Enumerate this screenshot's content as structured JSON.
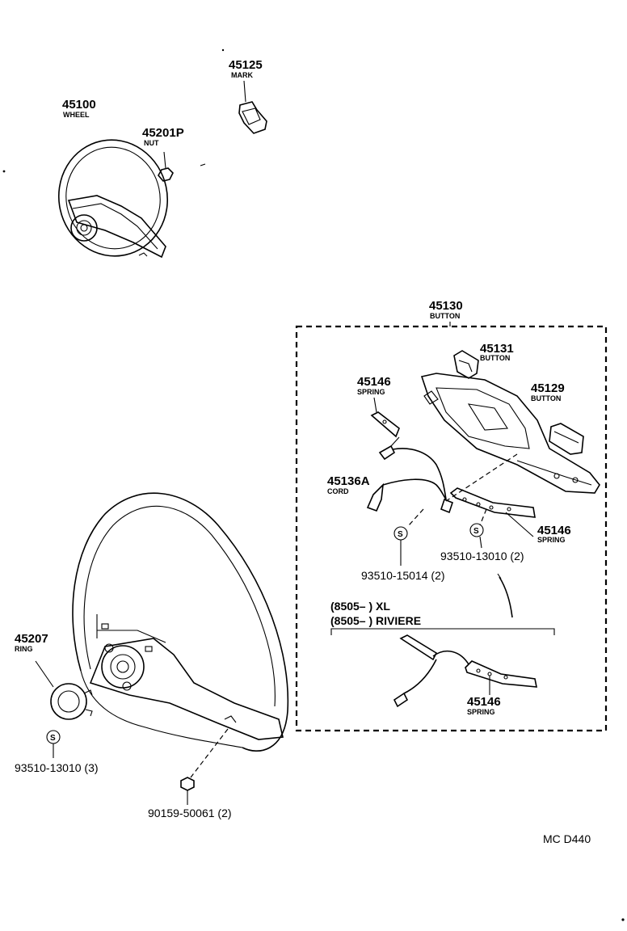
{
  "parts": {
    "p45125": {
      "number": "45125",
      "name": "MARK"
    },
    "p45100": {
      "number": "45100",
      "name": "WHEEL"
    },
    "p45201p": {
      "number": "45201P",
      "name": "NUT"
    },
    "p45130": {
      "number": "45130",
      "name": "BUTTON"
    },
    "p45131": {
      "number": "45131",
      "name": "BUTTON"
    },
    "p45129": {
      "number": "45129",
      "name": "BUTTON"
    },
    "p45146_top": {
      "number": "45146",
      "name": "SPRING"
    },
    "p45136a": {
      "number": "45136A",
      "name": "CORD"
    },
    "p45146_right": {
      "number": "45146",
      "name": "SPRING"
    },
    "p45146_bottom": {
      "number": "45146",
      "name": "SPRING"
    },
    "p45207": {
      "number": "45207",
      "name": "RING"
    }
  },
  "refs": {
    "r93510_13010_2": "93510-13010 (2)",
    "r93510_15014_2": "93510-15014 (2)",
    "r93510_13010_3": "93510-13010 (3)",
    "r90159_50061_2": "90159-50061 (2)"
  },
  "variants": {
    "xl": "(8505–          ) XL",
    "riviere": "(8505–          ) RIVIERE"
  },
  "symbol_s": "S",
  "diagram_code": "MC D440"
}
